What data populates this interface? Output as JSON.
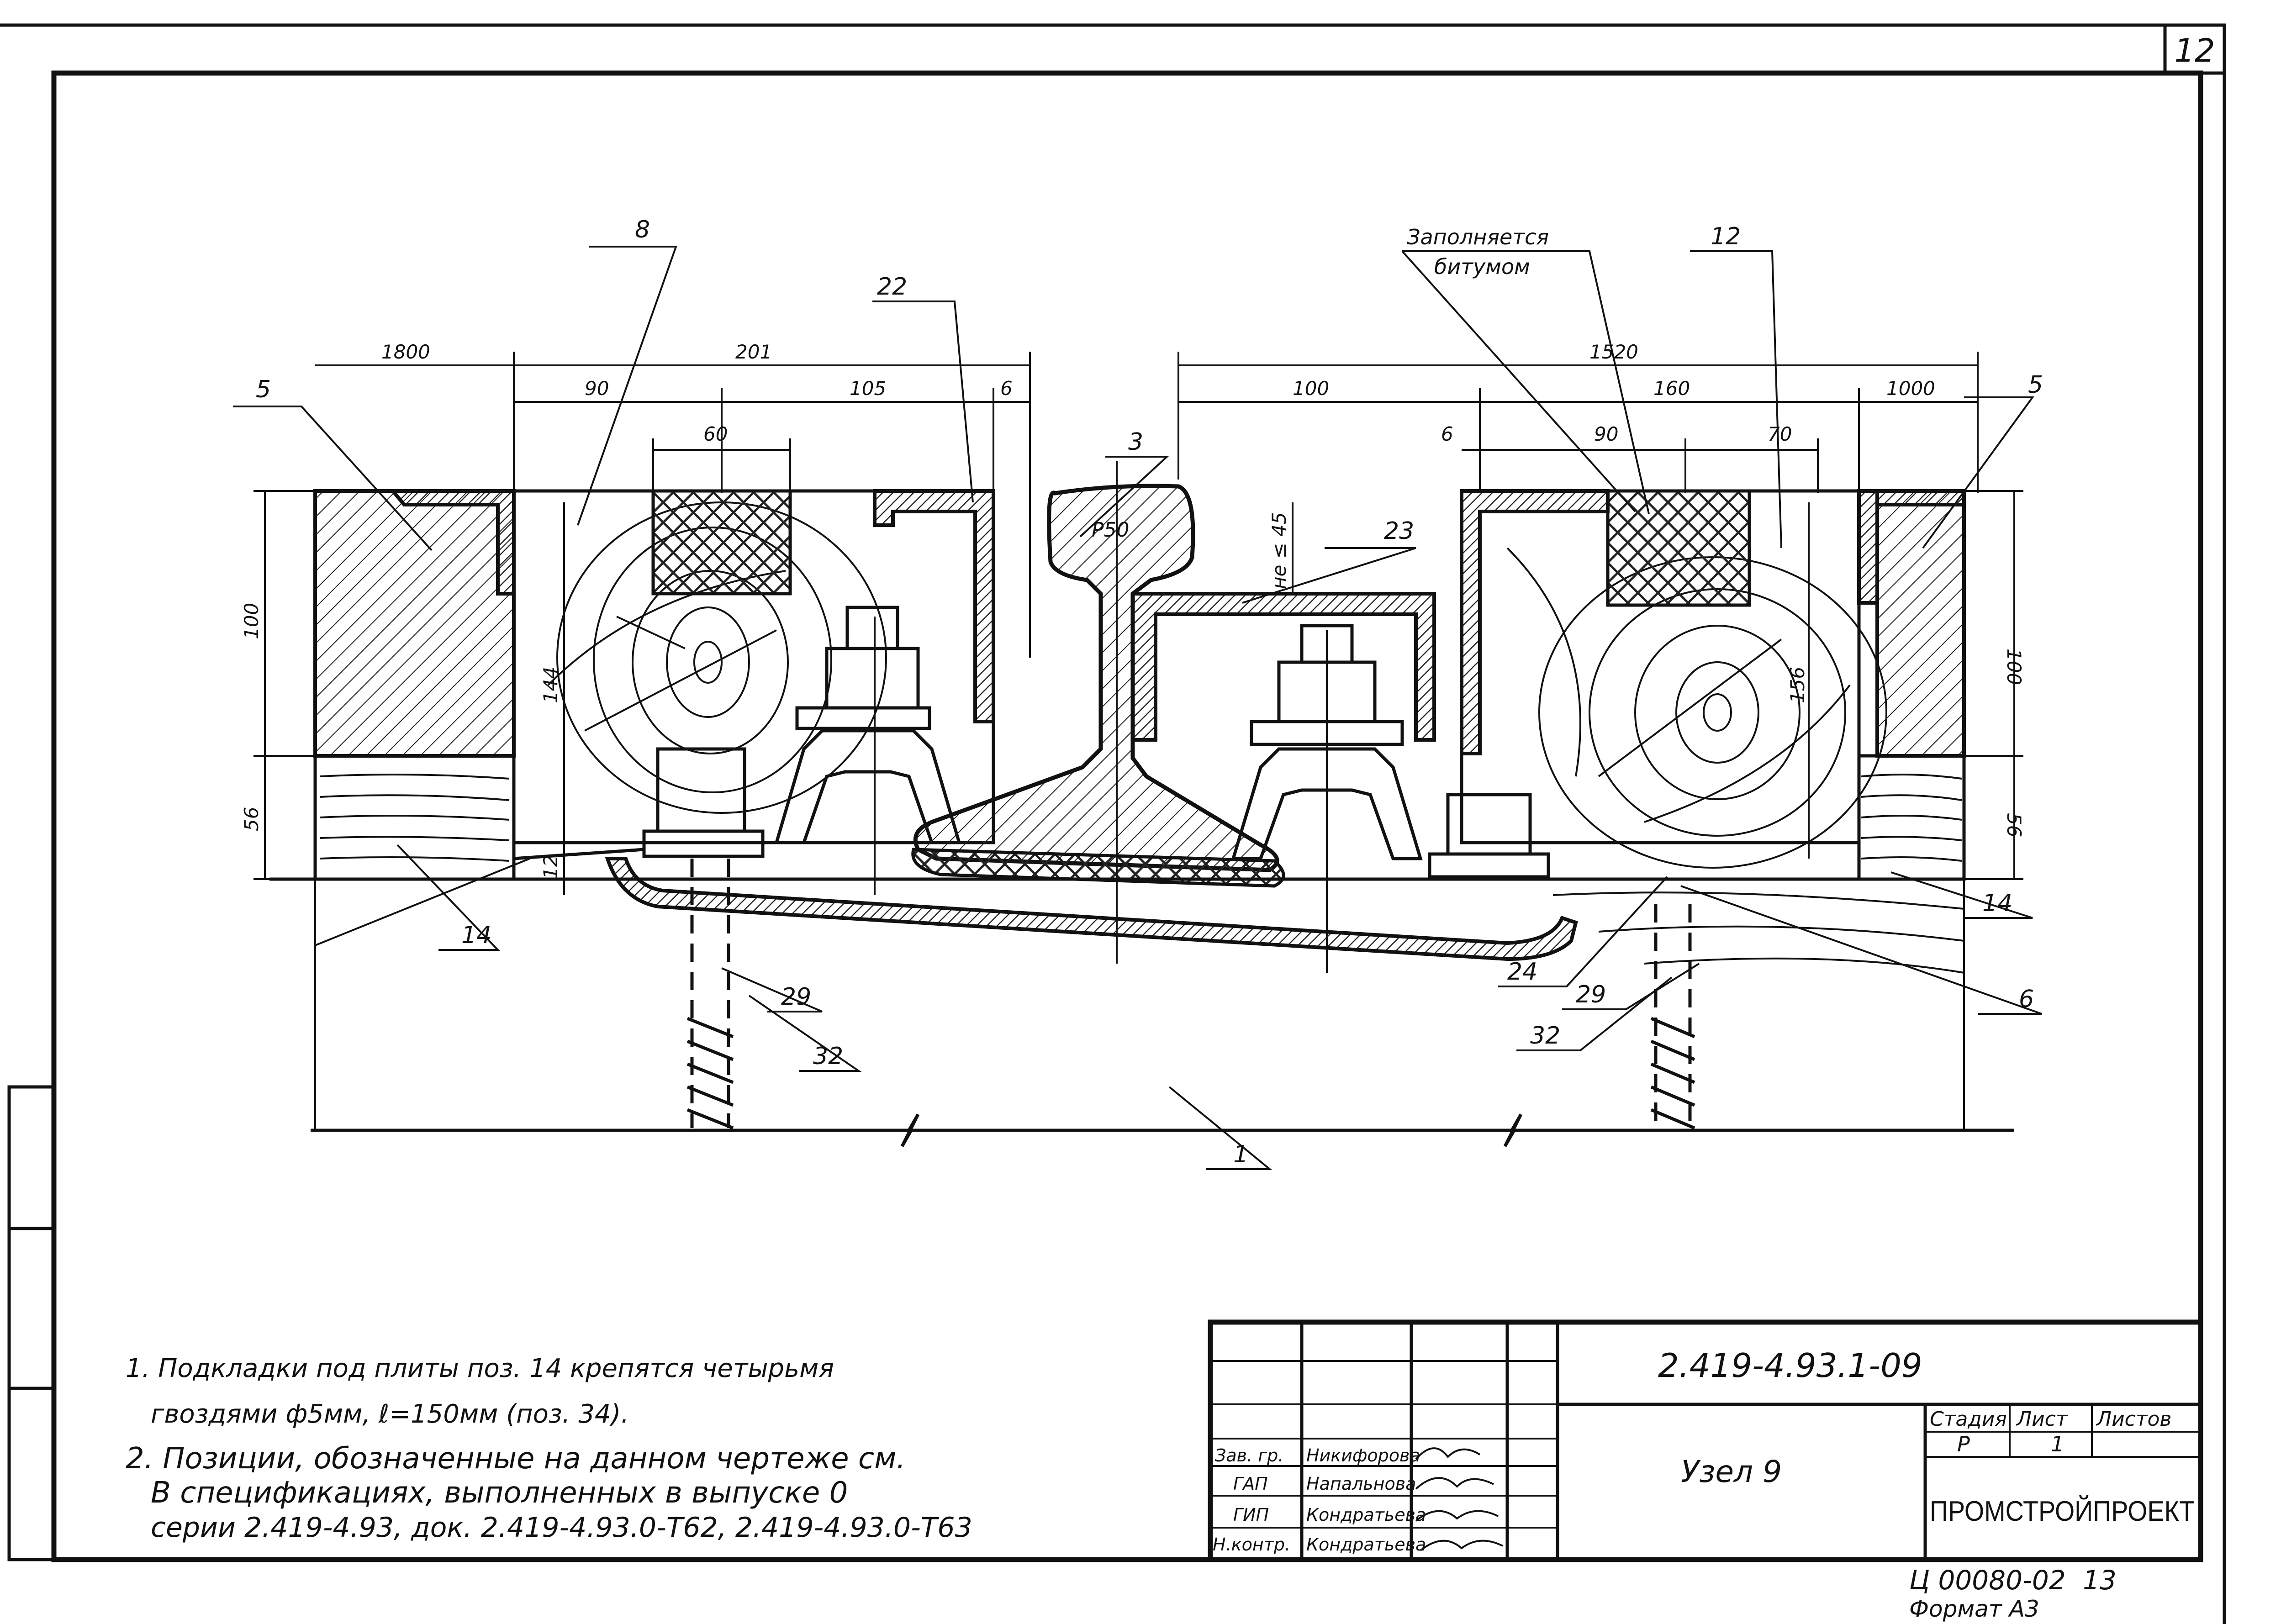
{
  "sheet": {
    "number": "12",
    "code": "2.419-4.93.1-09",
    "title": "Узел 9",
    "organization": "ПРОМСТРОЙПРОЕКТ",
    "archive_number": "Ц 00080-02",
    "archive_sheet": "13",
    "format": "Формат А3"
  },
  "title_block": {
    "headers": {
      "stage": "Стадия",
      "sheet": "Лист",
      "sheets": "Листов"
    },
    "values": {
      "stage": "Р",
      "sheet": "1",
      "sheets": ""
    },
    "signatures": [
      {
        "role": "Зав. гр.",
        "name": "Никифорова"
      },
      {
        "role": "ГАП",
        "name": "Напальнова"
      },
      {
        "role": "ГИП",
        "name": "Кондратьева"
      },
      {
        "role": "Н.контр.",
        "name": "Кондратьева"
      }
    ]
  },
  "notes": [
    "1. Подкладки под плиты поз. 14 крепятся четырьмя",
    "гвоздями ф5мм, ℓ=150мм (поз. 34).",
    "2. Позиции, обозначенные на данном чертеже см.",
    "В спецификациях, выполненных в выпуске 0",
    "серии 2.419-4.93, док. 2.419-4.93.0-Т62, 2.419-4.93.0-Т63"
  ],
  "dimensions": {
    "top_left": [
      "1800",
      "201"
    ],
    "top_left_sub": [
      "90",
      "105",
      "6"
    ],
    "top_left_inner": "60",
    "top_right": "1520",
    "top_right_sub": [
      "100",
      "160",
      "1000"
    ],
    "top_right_inner": [
      "6",
      "90",
      "70"
    ],
    "left_vertical": [
      "100",
      "56",
      "144",
      "12"
    ],
    "right_vertical": [
      "100",
      "56",
      "156"
    ],
    "rail_note": "не ≤ 45"
  },
  "labels": {
    "fill_note_line1": "Заполняется",
    "fill_note_line2": "битумом",
    "rail_type": "Р50",
    "positions": [
      "8",
      "22",
      "3",
      "5",
      "23",
      "12",
      "5",
      "14",
      "29",
      "32",
      "1",
      "24",
      "29",
      "32",
      "14",
      "6"
    ]
  }
}
